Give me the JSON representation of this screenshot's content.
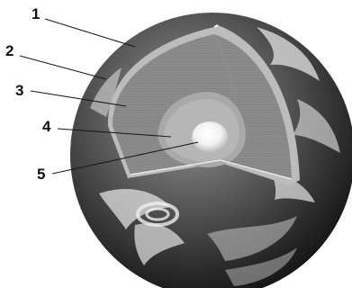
{
  "labels": [
    {
      "id": "crust",
      "text": "1"
    },
    {
      "id": "upper-mantle",
      "text": "2"
    },
    {
      "id": "lower-mantle",
      "text": "3"
    },
    {
      "id": "outer-core",
      "text": "4"
    },
    {
      "id": "inner-core",
      "text": "5"
    }
  ]
}
